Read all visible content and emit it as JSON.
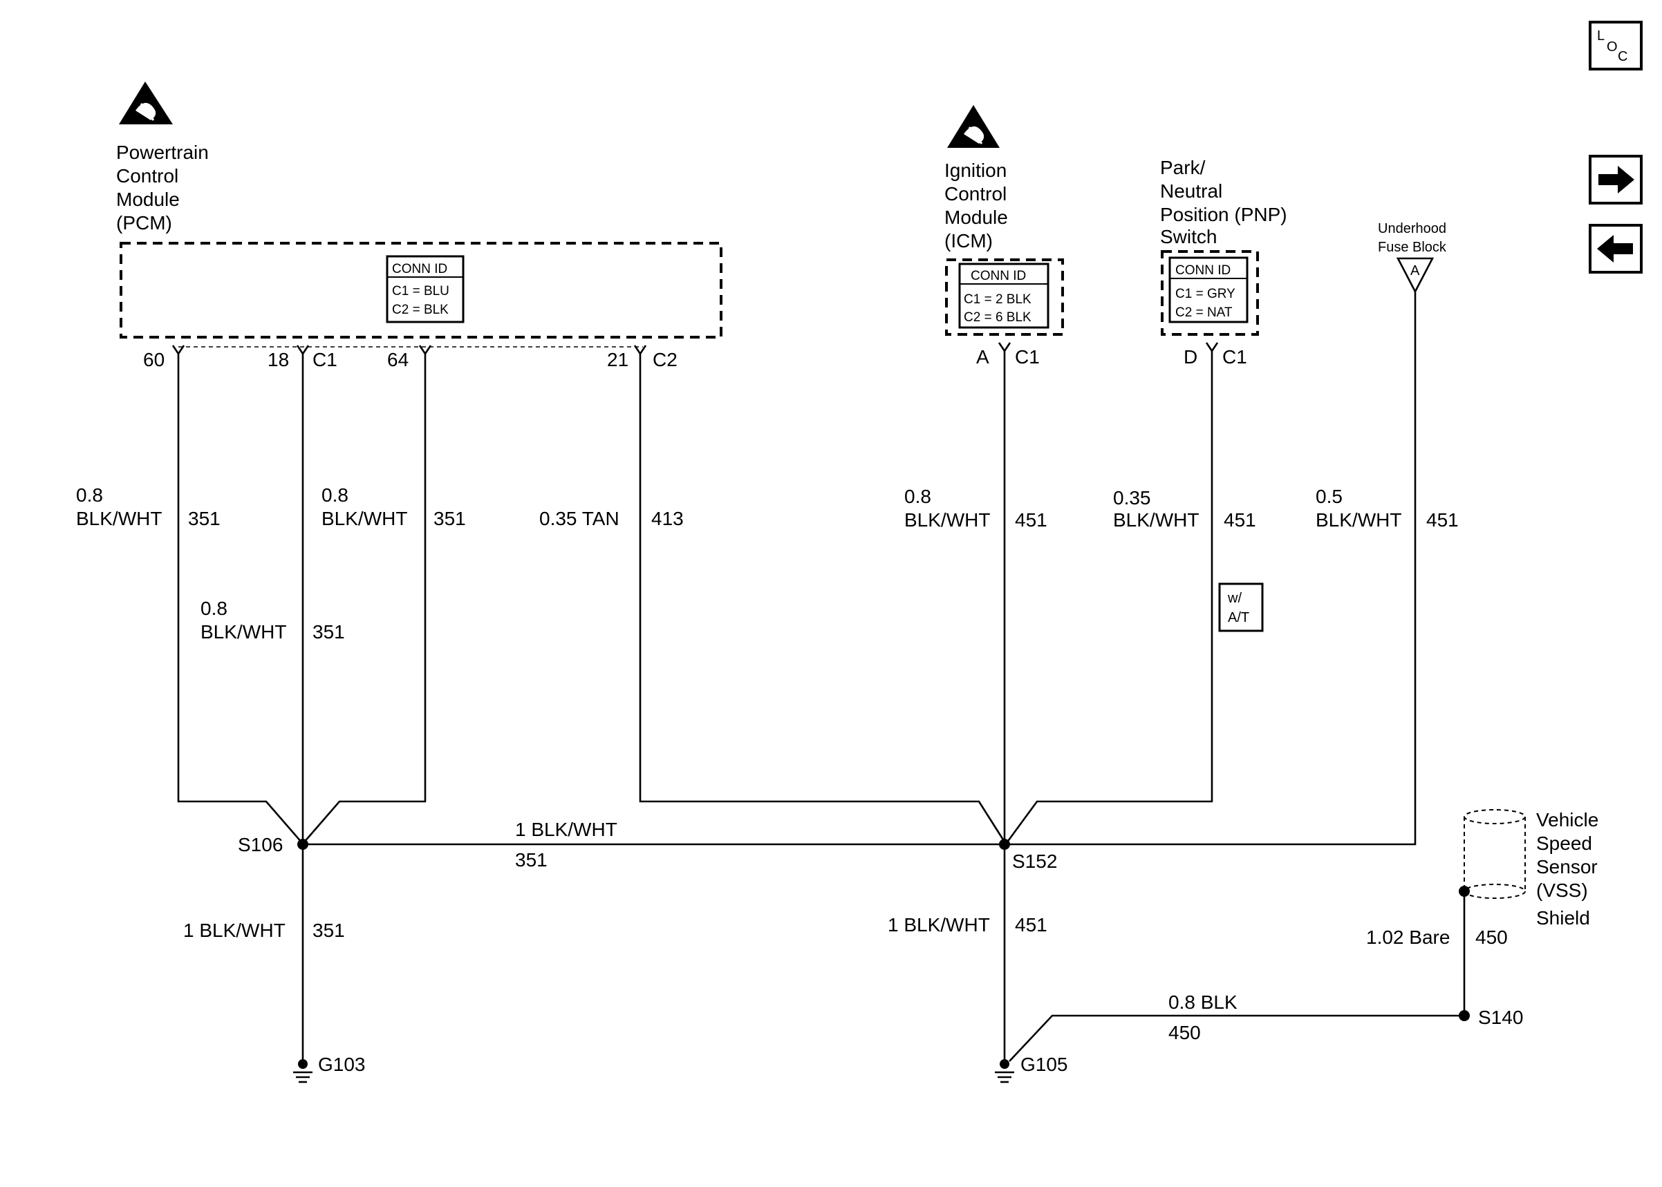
{
  "components": {
    "pcm": {
      "name_lines": [
        "Powertrain",
        "Control",
        "Module",
        "(PCM)"
      ]
    },
    "pcm_conn": {
      "title": "CONN ID",
      "line1": "C1 = BLU",
      "line2": "C2 = BLK"
    },
    "icm": {
      "name_lines": [
        "Ignition",
        "Control",
        "Module",
        "(ICM)"
      ]
    },
    "icm_conn": {
      "title": "CONN ID",
      "line1": "C1 = 2 BLK",
      "line2": "C2 = 6 BLK"
    },
    "pnp": {
      "name_lines": [
        "Park/",
        "Neutral",
        "Position (PNP)",
        "Switch"
      ]
    },
    "pnp_conn": {
      "title": "CONN ID",
      "line1": "C1 = GRY",
      "line2": "C2 = NAT"
    },
    "fuse_block": {
      "name_lines": [
        "Underhood",
        "Fuse Block"
      ],
      "terminal": "A"
    },
    "vss": {
      "name_lines": [
        "Vehicle",
        "Speed",
        "Sensor",
        "(VSS)"
      ],
      "shield_label": "Shield"
    },
    "option_box": {
      "line1": "w/",
      "line2": "A/T"
    }
  },
  "pins": {
    "pcm_60": "60",
    "pcm_18": "18",
    "pcm_c1": "C1",
    "pcm_64": "64",
    "pcm_21": "21",
    "pcm_c2": "C2",
    "icm_a": "A",
    "icm_c1": "C1",
    "pnp_d": "D",
    "pnp_c1": "C1"
  },
  "wires": {
    "w1": {
      "size": "0.8",
      "color": "BLK/WHT",
      "circuit": "351"
    },
    "w2": {
      "size": "0.8",
      "color": "BLK/WHT",
      "circuit": "351"
    },
    "w3": {
      "size": "0.8",
      "color": "BLK/WHT",
      "circuit": "351"
    },
    "w4": {
      "label": "0.35 TAN",
      "circuit": "413"
    },
    "w5": {
      "size": "0.8",
      "color": "BLK/WHT",
      "circuit": "451"
    },
    "w6": {
      "size": "0.35",
      "color": "BLK/WHT",
      "circuit": "451"
    },
    "w7": {
      "size": "0.5",
      "color": "BLK/WHT",
      "circuit": "451"
    },
    "trunk": {
      "label": "1 BLK/WHT",
      "circuit": "351"
    },
    "g103_wire": {
      "label": "1 BLK/WHT",
      "circuit": "351"
    },
    "g105_wire": {
      "label": "1 BLK/WHT",
      "circuit": "451"
    },
    "shield_wire": {
      "label": "1.02 Bare",
      "circuit": "450"
    },
    "s140_wire": {
      "label": "0.8 BLK",
      "circuit": "450"
    }
  },
  "splices": {
    "s106": "S106",
    "s152": "S152",
    "s140": "S140"
  },
  "grounds": {
    "g103": "G103",
    "g105": "G105"
  },
  "nav": {
    "loc_icon": "loc-icon",
    "next_icon": "arrow-right-icon",
    "prev_icon": "arrow-left-icon",
    "loc_letters": [
      "L",
      "O",
      "C"
    ]
  }
}
